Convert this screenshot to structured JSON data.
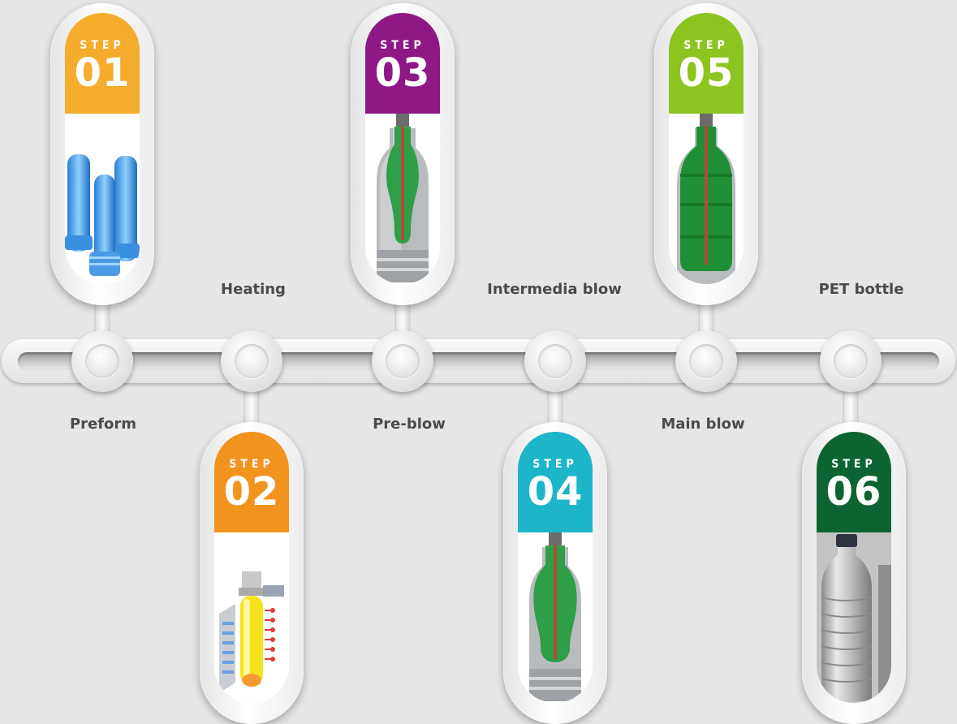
{
  "steps": [
    {
      "step_word": "STEP",
      "number": "01",
      "label": "Preform",
      "color": "#f5ac2c"
    },
    {
      "step_word": "STEP",
      "number": "02",
      "label": "Heating",
      "color": "#f1931d"
    },
    {
      "step_word": "STEP",
      "number": "03",
      "label": "Pre-blow",
      "color": "#8e1886"
    },
    {
      "step_word": "STEP",
      "number": "04",
      "label": "Intermedia blow",
      "color": "#1db5c9"
    },
    {
      "step_word": "STEP",
      "number": "05",
      "label": "Main blow",
      "color": "#8cc420"
    },
    {
      "step_word": "STEP",
      "number": "06",
      "label": "PET bottle",
      "color": "#0d6433"
    }
  ]
}
